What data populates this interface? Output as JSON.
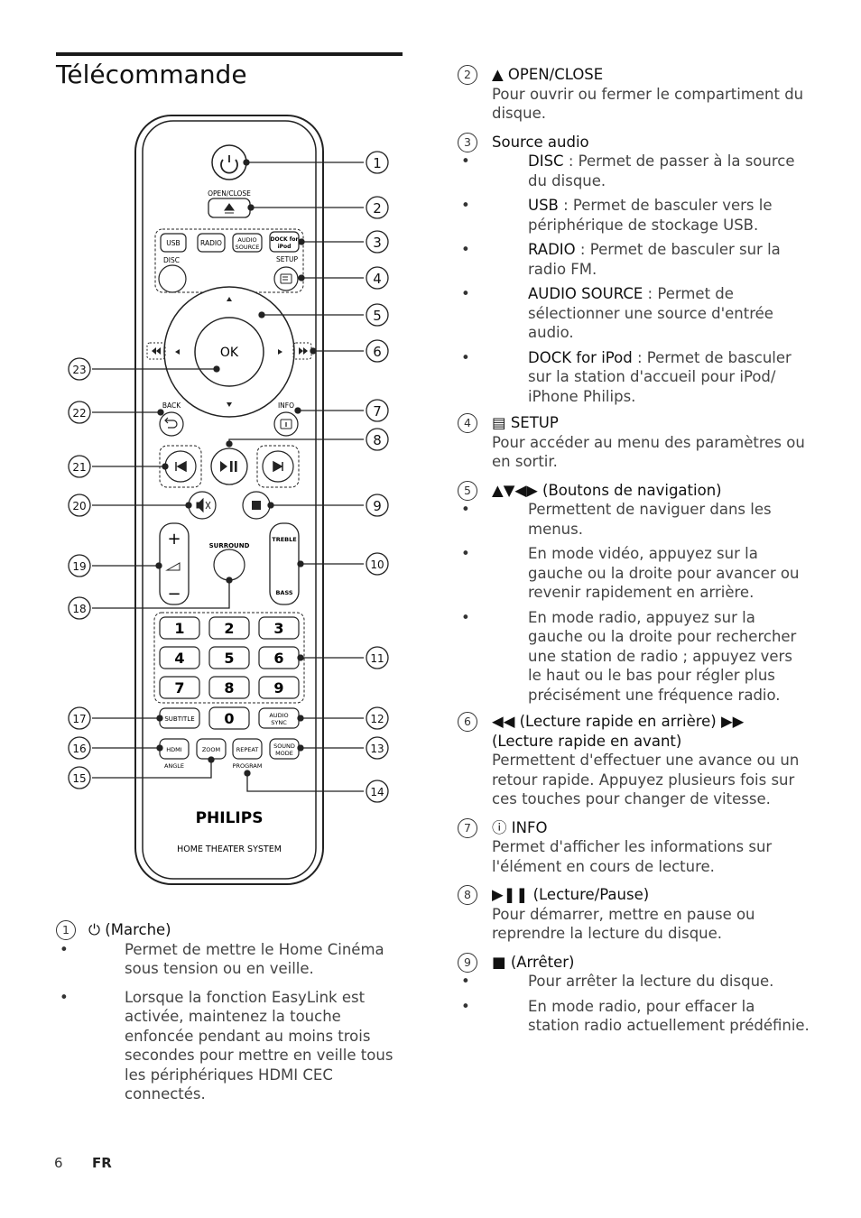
{
  "title": "Télécommande",
  "remote": {
    "open_close": "OPEN/CLOSE",
    "usb": "USB",
    "radio": "RADIO",
    "audio_source_1": "AUDIO",
    "audio_source_2": "SOURCE",
    "dock_1": "DOCK for",
    "dock_2": "iPod",
    "disc": "DISC",
    "setup": "SETUP",
    "ok": "OK",
    "back": "BACK",
    "info": "INFO",
    "surround": "SURROUND",
    "treble": "TREBLE",
    "bass": "BASS",
    "vol_plus": "+",
    "vol_minus": "−",
    "digits": [
      "1",
      "2",
      "3",
      "4",
      "5",
      "6",
      "7",
      "8",
      "9",
      "0"
    ],
    "subtitle": "SUBTITLE",
    "audio_sync_1": "AUDIO",
    "audio_sync_2": "SYNC",
    "hdmi": "HDMI",
    "angle": "ANGLE",
    "zoom": "ZOOM",
    "repeat": "REPEAT",
    "program": "PROGRAM",
    "sound_mode_1": "SOUND",
    "sound_mode_2": "MODE",
    "brand": "PHILIPS",
    "model": "HOME THEATER SYSTEM",
    "callouts": [
      "1",
      "2",
      "3",
      "4",
      "5",
      "6",
      "7",
      "8",
      "9",
      "10",
      "11",
      "12",
      "13",
      "14",
      "15",
      "16",
      "17",
      "18",
      "19",
      "20",
      "21",
      "22",
      "23"
    ]
  },
  "left_items": [
    {
      "num": "1",
      "head": "⏻ (Marche)",
      "bullets": [
        "Permet de mettre le Home Cinéma sous tension ou en veille.",
        "Lorsque la fonction EasyLink est activée, maintenez la touche enfoncée pendant au moins trois secondes pour mettre en veille tous les périphériques HDMI CEC connectés."
      ]
    }
  ],
  "right_items": [
    {
      "num": "2",
      "head": "▲ OPEN/CLOSE",
      "text": "Pour ouvrir ou fermer le compartiment du disque."
    },
    {
      "num": "3",
      "head": "Source audio",
      "bullets": [
        {
          "kw": "DISC",
          "text": " : Permet de passer à la source du disque."
        },
        {
          "kw": "USB",
          "text": " : Permet de basculer vers le périphérique de stockage USB."
        },
        {
          "kw": "RADIO",
          "text": " : Permet de basculer sur la radio FM."
        },
        {
          "kw": "AUDIO SOURCE",
          "text": " : Permet de sélectionner une source d'entrée audio."
        },
        {
          "kw": "DOCK for iPod",
          "text": " : Permet de basculer sur la station d'accueil pour iPod/ iPhone Philips."
        }
      ]
    },
    {
      "num": "4",
      "head": "▤ SETUP",
      "text": "Pour accéder au menu des paramètres ou en sortir."
    },
    {
      "num": "5",
      "head": "▲▼◀▶ (Boutons de navigation)",
      "bullets": [
        {
          "kw": "",
          "text": "Permettent de naviguer dans les menus."
        },
        {
          "kw": "",
          "text": "En mode vidéo, appuyez sur la gauche ou la droite pour avancer ou revenir rapidement en arrière."
        },
        {
          "kw": "",
          "text": "En mode radio, appuyez sur la gauche ou la droite pour rechercher une station de radio ; appuyez vers le haut ou le bas pour régler plus précisément une fréquence radio."
        }
      ]
    },
    {
      "num": "6",
      "head": "◀◀ (Lecture rapide en arrière) ▶▶ (Lecture rapide en avant)",
      "text": "Permettent d'effectuer une avance ou un retour rapide. Appuyez plusieurs fois sur ces touches pour changer de vitesse."
    },
    {
      "num": "7",
      "head": "ⓘ INFO",
      "text": "Permet d'afficher les informations sur l'élément en cours de lecture."
    },
    {
      "num": "8",
      "head": "▶❚❚ (Lecture/Pause)",
      "text": "Pour démarrer, mettre en pause ou reprendre la lecture du disque."
    },
    {
      "num": "9",
      "head": "■ (Arrêter)",
      "bullets": [
        {
          "kw": "",
          "text": "Pour arrêter la lecture du disque."
        },
        {
          "kw": "",
          "text": "En mode radio, pour effacer la station radio actuellement prédéfinie."
        }
      ]
    }
  ],
  "footer": {
    "page": "6",
    "lang": "FR"
  }
}
